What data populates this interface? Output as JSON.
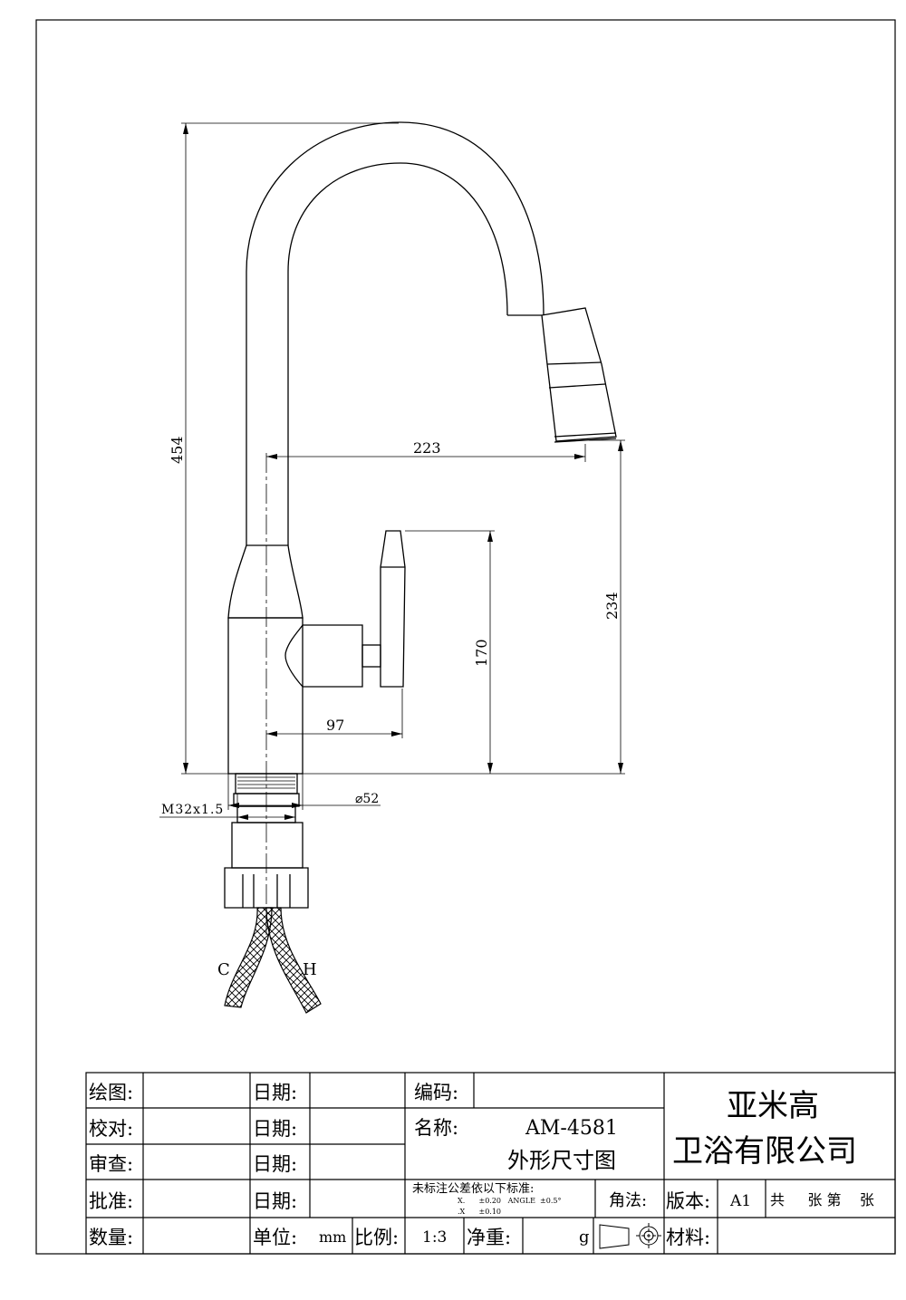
{
  "drawing": {
    "dimensions": {
      "total_height": "454",
      "spout_reach": "223",
      "spout_outlet_height": "234",
      "handle_height": "170",
      "handle_reach": "97",
      "thread": "M32x1.5",
      "base_diameter": "⌀52"
    },
    "hose_labels": {
      "cold": "C",
      "hot": "H"
    }
  },
  "title_block": {
    "drawn_by_label": "绘图:",
    "checked_label": "校对:",
    "reviewed_label": "审查:",
    "approved_label": "批准:",
    "quantity_label": "数量:",
    "date_label": "日期:",
    "code_label": "编码:",
    "name_label": "名称:",
    "model": "AM-4581",
    "drawing_title": "外形尺寸图",
    "company_line1": "亚米高",
    "company_line2": "卫浴有限公司",
    "tolerance_title": "未标注公差依以下标准:",
    "tolerance_row1": "X.      ±0.20   ANGLE  ±0.5°",
    "tolerance_row2": ".X      ±0.10",
    "angle_method_label": "角法:",
    "version_label": "版本:",
    "version_value": "A1",
    "sheets_text": "共     张 第    张",
    "unit_label": "单位:",
    "unit_value": "mm",
    "scale_label": "比例:",
    "scale_value": "1:3",
    "net_weight_label": "净重:",
    "weight_unit": "g",
    "material_label": "材料:"
  }
}
